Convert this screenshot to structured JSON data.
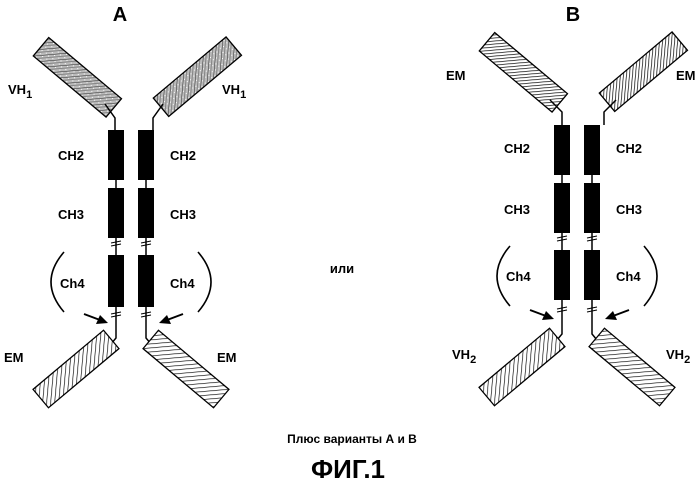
{
  "panel_a": {
    "title": "A",
    "top_left_label": "VH",
    "top_left_sub": "1",
    "top_right_label": "VH",
    "top_right_sub": "1",
    "domain_left_1": "CH2",
    "domain_right_1": "CH2",
    "domain_left_2": "CH3",
    "domain_right_2": "CH3",
    "domain_left_3": "Ch4",
    "domain_right_3": "Ch4",
    "bottom_left_label": "EM",
    "bottom_right_label": "EM"
  },
  "connector": "или",
  "panel_b": {
    "title": "B",
    "top_left_label": "EM",
    "top_right_label": "EM",
    "domain_left_1": "CH2",
    "domain_right_1": "CH2",
    "domain_left_2": "CH3",
    "domain_right_2": "CH3",
    "domain_left_3": "Ch4",
    "domain_right_3": "Ch4",
    "bottom_left_label": "VH",
    "bottom_left_sub": "2",
    "bottom_right_label": "VH",
    "bottom_right_sub": "2"
  },
  "caption": "Плюс варианты А и В",
  "figure_label": "ФИГ.1"
}
